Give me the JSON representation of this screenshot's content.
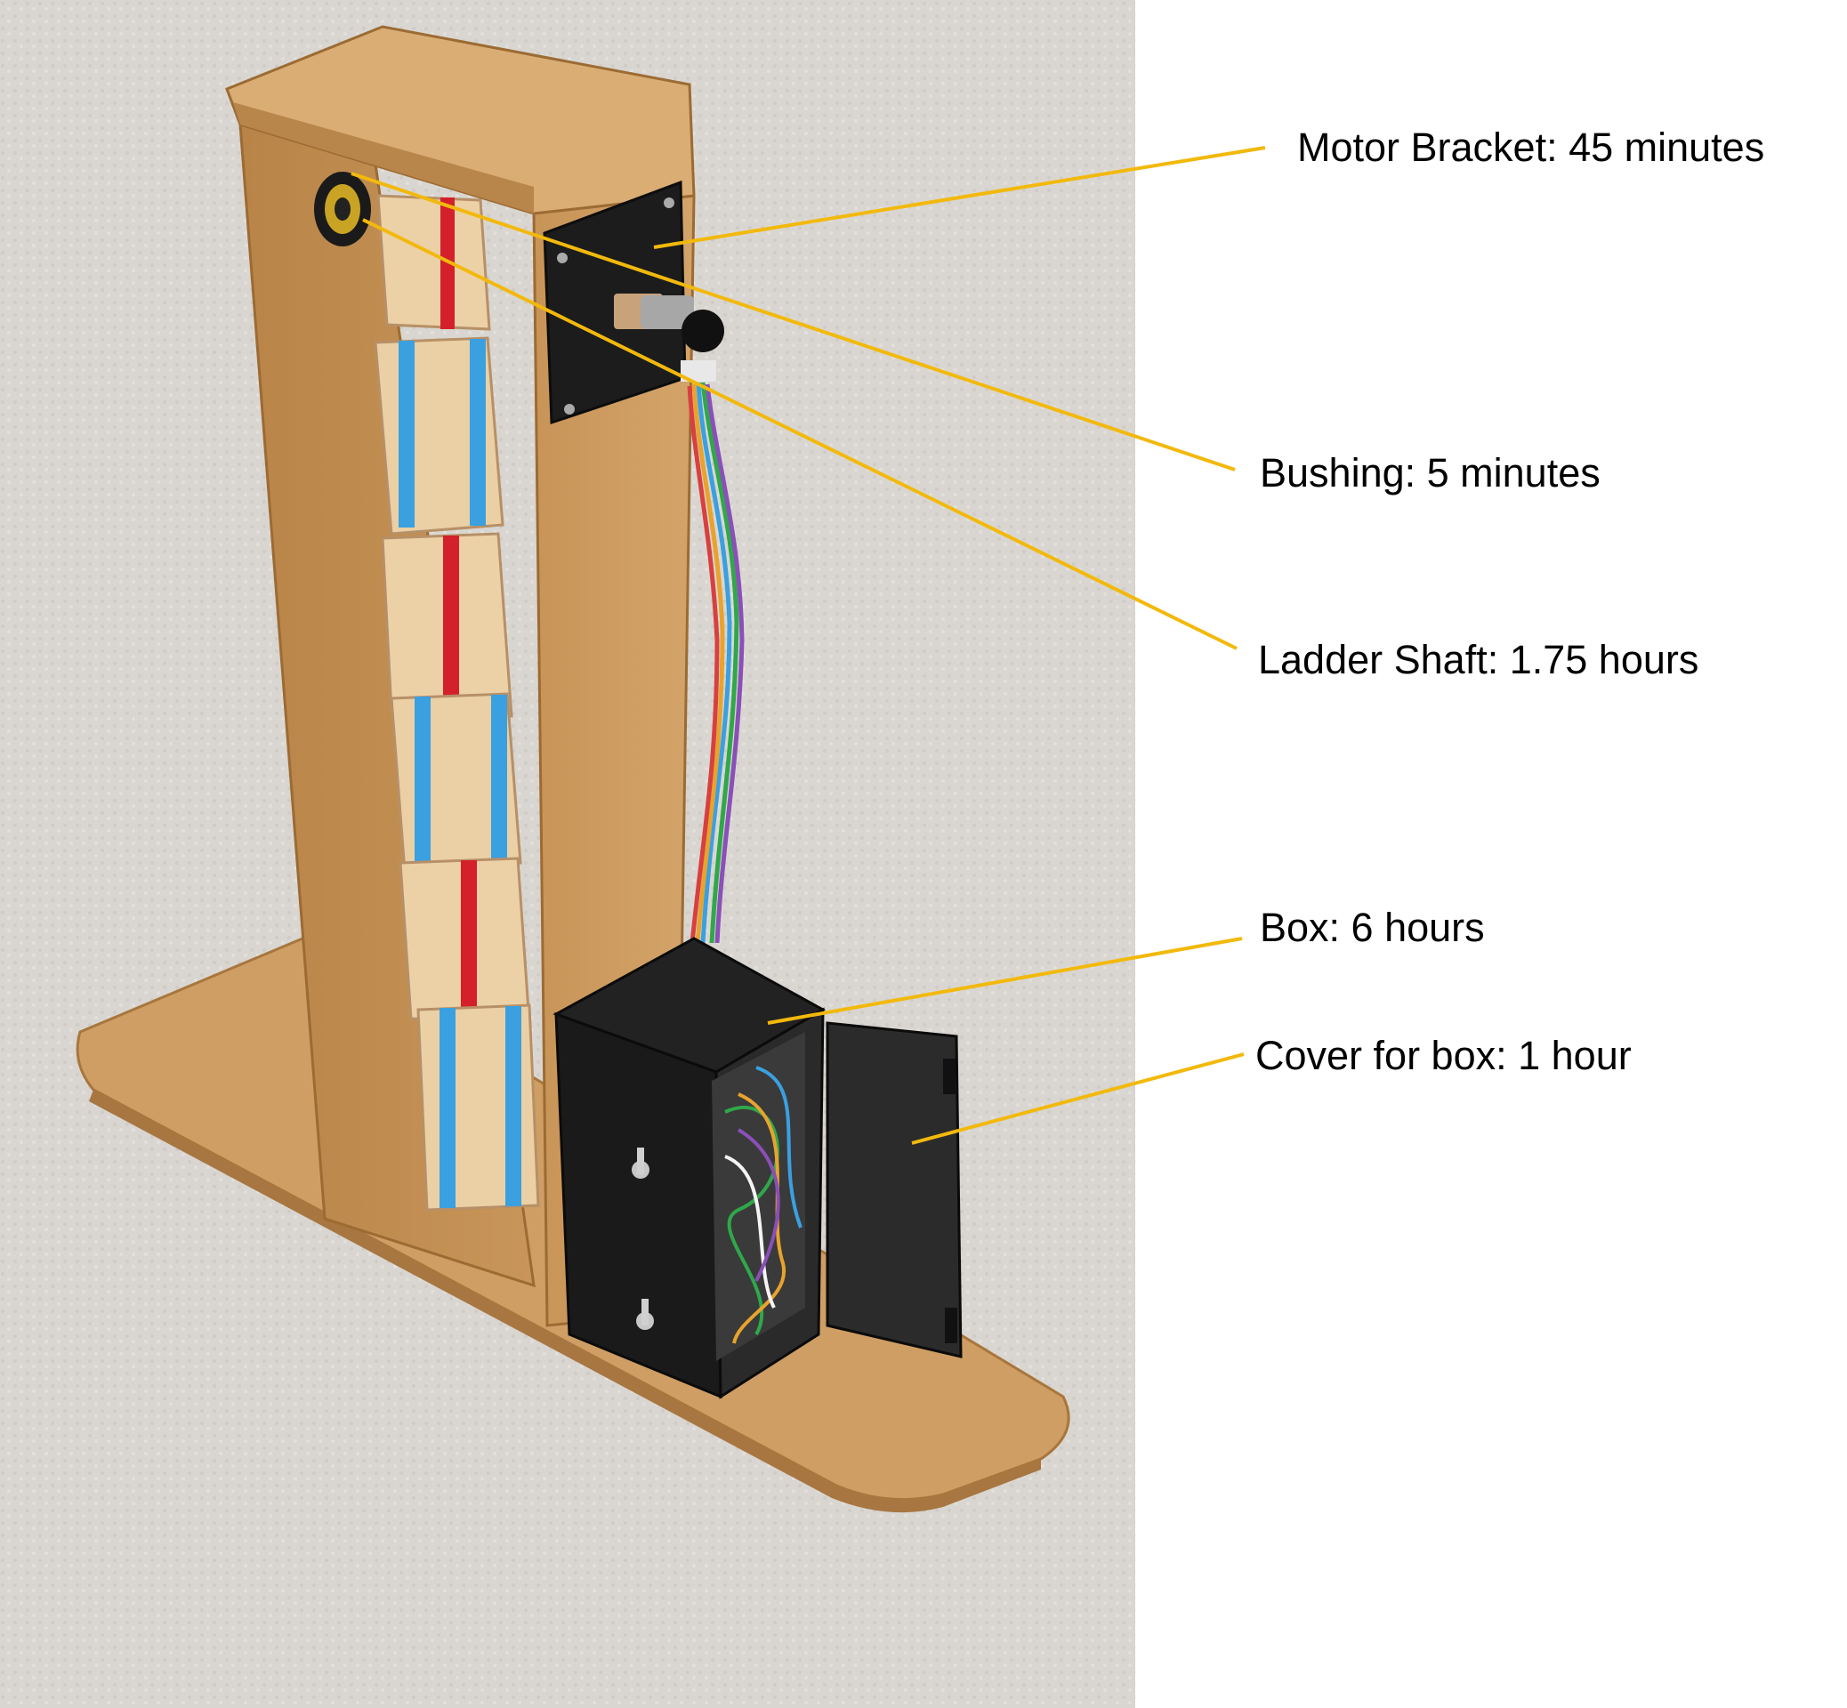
{
  "annotations": [
    {
      "id": "motor-bracket",
      "text": "Motor Bracket: 45 minutes"
    },
    {
      "id": "bushing",
      "text": "Bushing: 5 minutes"
    },
    {
      "id": "ladder-shaft",
      "text": "Ladder Shaft: 1.75 hours"
    },
    {
      "id": "box",
      "text": "Box: 6 hours"
    },
    {
      "id": "cover-for-box",
      "text": "Cover for box: 1 hour"
    }
  ],
  "colors": {
    "leader_line": "#f2b90c",
    "carpet": "#d9d6d1",
    "bamboo": "#c99a62",
    "bamboo_dark": "#b07e48",
    "printed_parts": "#1b1b1b",
    "panel_wood": "#e9c999",
    "ribbon_red": "#d4202a",
    "ribbon_blue": "#3aa0e0"
  }
}
